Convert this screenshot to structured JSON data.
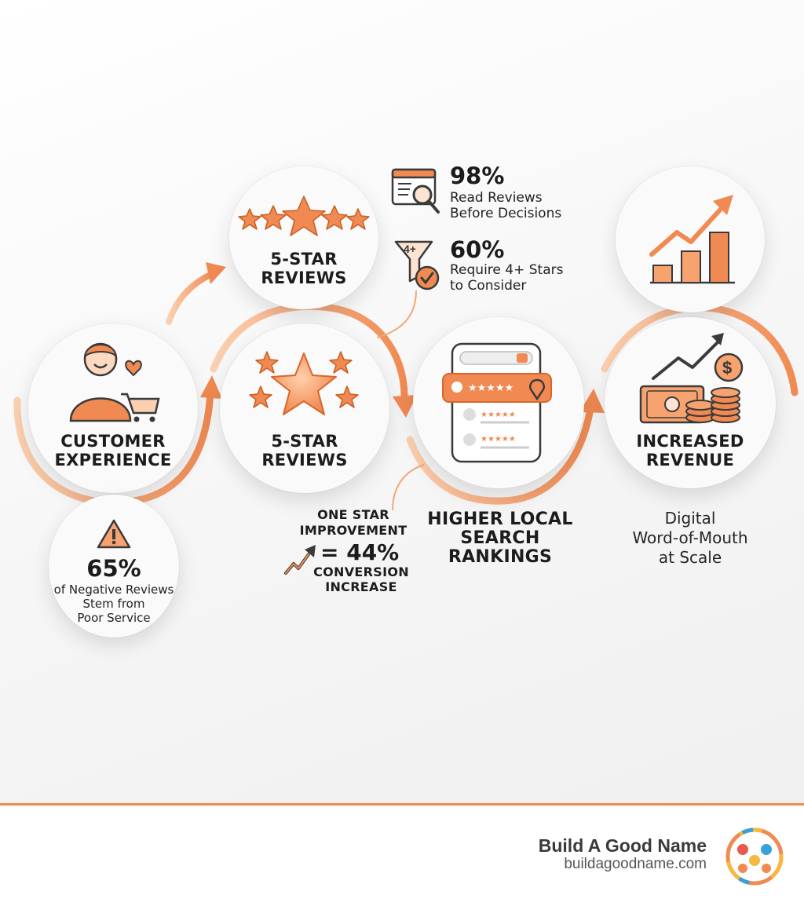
{
  "colors": {
    "accent": "#f08a52",
    "accent_light": "#fbc8a5",
    "accent_dark": "#d9652a",
    "text": "#1c1c1c"
  },
  "nodes": {
    "customer_experience": {
      "title_line1": "CUSTOMER",
      "title_line2": "EXPERIENCE",
      "icon": "shopper-with-cart-icon"
    },
    "reviews_top": {
      "title_line1": "5-STAR",
      "title_line2": "REVIEWS",
      "icon": "five-stars-icon"
    },
    "reviews_mid": {
      "title_line1": "5-STAR",
      "title_line2": "REVIEWS",
      "icon": "star-cluster-icon"
    },
    "search": {
      "title_line1": "HIGHER LOCAL",
      "title_line2": "SEARCH",
      "title_line3": "RANKINGS",
      "icon": "mobile-search-icon"
    },
    "revenue": {
      "title_line1": "INCREASED",
      "title_line2": "REVENUE",
      "icon": "money-growth-icon"
    },
    "growth": {
      "icon": "bar-chart-growth-icon"
    }
  },
  "stats": {
    "read_reviews": {
      "value": "98%",
      "line1": "Read Reviews",
      "line2": "Before Decisions",
      "icon": "browser-magnifier-icon"
    },
    "require_stars": {
      "value": "60%",
      "line1": "Require 4+ Stars",
      "line2": "to Consider",
      "icon": "filter-funnel-icon",
      "badge": "4+"
    },
    "negative": {
      "value": "65%",
      "line1": "of Negative Reviews",
      "line2": "Stem from",
      "line3": "Poor Service",
      "icon": "warning-icon"
    },
    "conversion": {
      "line1": "ONE STAR",
      "line2": "IMPROVEMENT",
      "value": "= 44%",
      "line3": "CONVERSION",
      "line4": "INCREASE",
      "icon": "rising-arrow-icon"
    }
  },
  "tagline": {
    "line1": "Digital",
    "line2": "Word-of-Mouth",
    "line3": "at Scale"
  },
  "footer": {
    "brand": "Build A Good Name",
    "url": "buildagoodname.com",
    "logo": "build-a-good-name-logo"
  }
}
